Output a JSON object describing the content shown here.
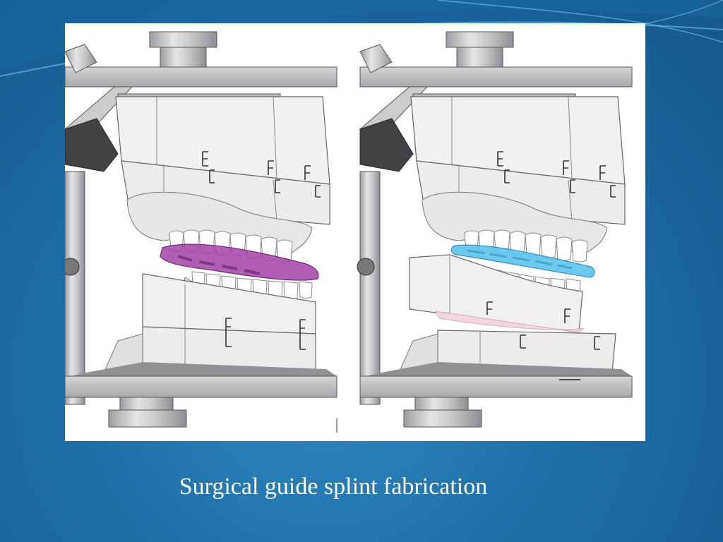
{
  "slide": {
    "caption": "Surgical guide splint fabrication",
    "background_color": "#1e6ea6",
    "illustrations": [
      {
        "name": "articulator-with-interim-splint",
        "splint_color": "#a542a8"
      },
      {
        "name": "articulator-with-final-splint",
        "splint_color": "#5cc4ec"
      }
    ]
  }
}
